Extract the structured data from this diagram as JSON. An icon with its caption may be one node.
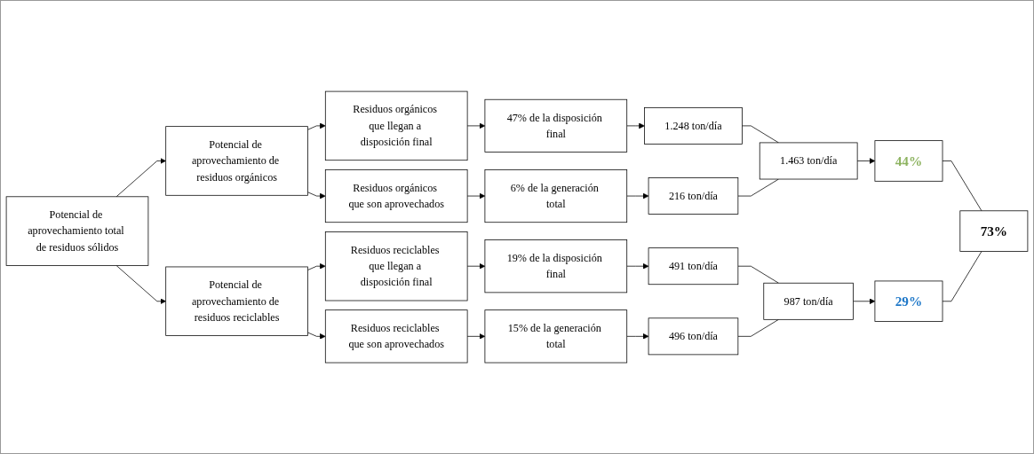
{
  "diagram": {
    "nodes": [
      {
        "text": [
          "Potencial de aprovechamiento total de residuos sólidos"
        ]
      },
      {
        "text": [
          "Potencial de aprovechamiento de residuos orgánicos"
        ]
      },
      {
        "text": [
          "Potencial de aprovechamiento de residuos reciclables"
        ]
      },
      {
        "text": [
          "Residuos orgánicos que llegan a disposición final"
        ]
      },
      {
        "text": [
          "Residuos orgánicos que son aprovechados"
        ]
      },
      {
        "text": [
          "Residuos reciclables que llegan a disposición final"
        ]
      },
      {
        "text": [
          "Residuos reciclables que son aprovechados"
        ]
      },
      {
        "text": [
          "47% de la disposición final"
        ]
      },
      {
        "text": [
          "6% de la generación total"
        ]
      },
      {
        "text": [
          "19% de la disposición final"
        ]
      },
      {
        "text": [
          "15% de la generación total"
        ]
      },
      {
        "text": [
          "1.248 ton/día"
        ]
      },
      {
        "text": [
          "216 ton/día"
        ]
      },
      {
        "text": [
          "491 ton/día"
        ]
      },
      {
        "text": [
          "496 ton/día"
        ]
      },
      {
        "text": [
          "1.463 ton/día"
        ]
      },
      {
        "text": [
          "987 ton/día"
        ]
      },
      {
        "text": [
          "44%"
        ]
      },
      {
        "text": [
          "29%"
        ]
      },
      {
        "text": [
          "73%"
        ]
      }
    ],
    "edges": [
      {
        "from": 0,
        "to": 1,
        "arrow": "to"
      },
      {
        "from": 0,
        "to": 2,
        "arrow": "to"
      },
      {
        "from": 1,
        "to": 3,
        "arrow": "to"
      },
      {
        "from": 1,
        "to": 4,
        "arrow": "to"
      },
      {
        "from": 2,
        "to": 5,
        "arrow": "to"
      },
      {
        "from": 2,
        "to": 6,
        "arrow": "to"
      },
      {
        "from": 3,
        "to": 7,
        "arrow": "to"
      },
      {
        "from": 4,
        "to": 8,
        "arrow": "to"
      },
      {
        "from": 5,
        "to": 9,
        "arrow": "to"
      },
      {
        "from": 6,
        "to": 10,
        "arrow": "to"
      },
      {
        "from": 7,
        "to": 11,
        "arrow": "to"
      },
      {
        "from": 8,
        "to": 12,
        "arrow": "to"
      },
      {
        "from": 9,
        "to": 13,
        "arrow": "to"
      },
      {
        "from": 10,
        "to": 14,
        "arrow": "to"
      },
      {
        "from": 11,
        "to": 15,
        "arrow": "none"
      },
      {
        "from": 12,
        "to": 15,
        "arrow": "none"
      },
      {
        "from": 13,
        "to": 16,
        "arrow": "none"
      },
      {
        "from": 14,
        "to": 16,
        "arrow": "none"
      },
      {
        "from": 15,
        "to": 17,
        "arrow": "to"
      },
      {
        "from": 16,
        "to": 18,
        "arrow": "to"
      },
      {
        "from": 17,
        "to": 19,
        "arrow": "none"
      },
      {
        "from": 18,
        "to": 19,
        "arrow": "none"
      }
    ]
  }
}
